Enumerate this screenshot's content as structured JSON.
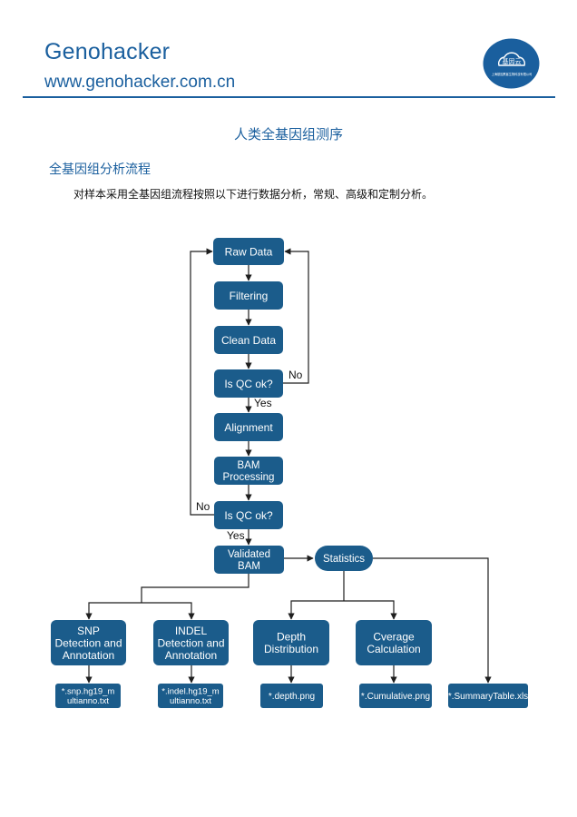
{
  "header": {
    "brand": "Genohacker",
    "website": "www.genohacker.com.cn",
    "logo_text": "基因云",
    "logo_sub": "上海基因黑客生物科技有限公司"
  },
  "page_title": "人类全基因组测序",
  "section_title": "全基因组分析流程",
  "intro": "对样本采用全基因组流程按照以下进行数据分析，常规、高级和定制分析。",
  "colors": {
    "accent": "#1a5f9e",
    "node": "#1b5c8b",
    "edge": "#1e1e1e"
  },
  "flowchart": {
    "nodes": {
      "raw_data": [
        "Raw Data"
      ],
      "filtering": [
        "Filtering"
      ],
      "clean_data": [
        "Clean Data"
      ],
      "qc1": [
        "Is QC ok?"
      ],
      "alignment": [
        "Alignment"
      ],
      "bam_processing": [
        "BAM",
        "Processing"
      ],
      "qc2": [
        "Is QC ok?"
      ],
      "validated_bam": [
        "Validated",
        "BAM"
      ],
      "statistics": [
        "Statistics"
      ],
      "snp": [
        "SNP",
        "Detection and",
        "Annotation"
      ],
      "indel": [
        "INDEL",
        "Detection and",
        "Annotation"
      ],
      "depth": [
        "Depth",
        "Distribution"
      ],
      "coverage": [
        "Cverage",
        "Calculation"
      ]
    },
    "files": {
      "snp_file": [
        "*.snp.hg19_m",
        "ultianno.txt"
      ],
      "indel_file": [
        "*.indel.hg19_m",
        "ultianno.txt"
      ],
      "depth_file": [
        "*.depth.png"
      ],
      "cumulative_file": [
        "*.Cumulative.png"
      ],
      "summary_file": [
        "*.SummaryTable.xls"
      ]
    },
    "edge_labels": {
      "qc1_no": "No",
      "qc1_yes": "Yes",
      "qc2_no": "No",
      "qc2_yes": "Yes"
    }
  }
}
